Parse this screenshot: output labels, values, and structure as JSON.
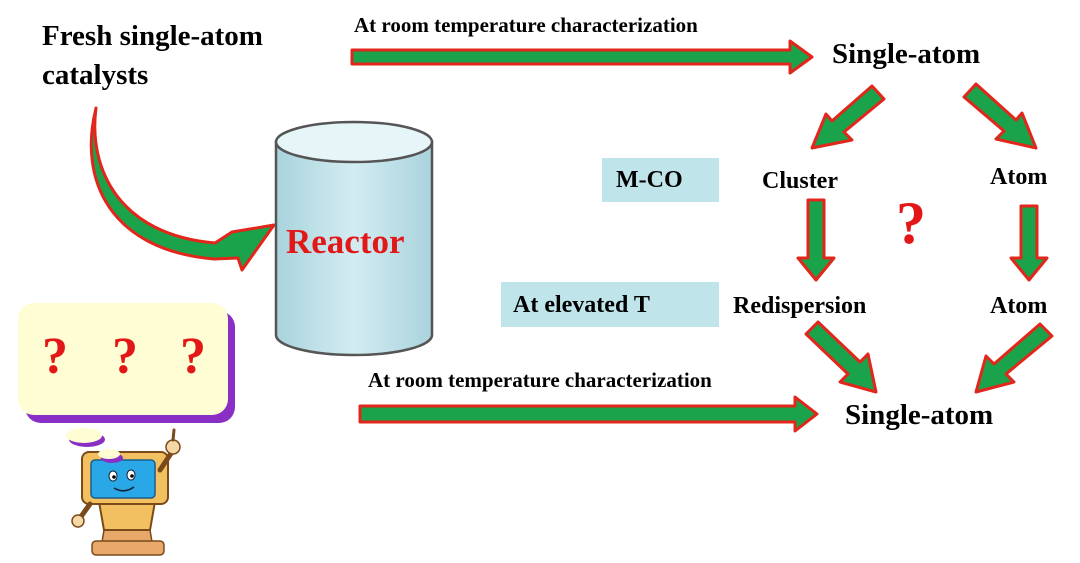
{
  "texts": {
    "fresh_catalysts": "Fresh single-atom",
    "fresh_catalysts_2": "catalysts",
    "top_arrow_label": "At room temperature characterization",
    "bottom_arrow_label": "At room temperature characterization",
    "reactor": "Reactor",
    "single_atom_top": "Single-atom",
    "single_atom_bottom": "Single-atom",
    "cluster": "Cluster",
    "atom_upper": "Atom",
    "atom_lower": "Atom",
    "redispersion": "Redispersion",
    "m_co": "M-CO",
    "elevated_t": "At elevated T",
    "center_question": "?",
    "bubble_q1": "?",
    "bubble_q2": "?",
    "bubble_q3": "?"
  },
  "colors": {
    "arrow_fill": "#1aa34a",
    "arrow_outline": "#e3261c",
    "reactor_fill": "#c3e3ea",
    "reactor_text": "#e21818",
    "label_box": "#bfe4ea",
    "bubble_fill": "#fffdd3",
    "bubble_shadow": "#8a2fc5"
  },
  "icons": [
    "reactor-cylinder",
    "thinking-computer-mascot",
    "thought-bubble"
  ]
}
